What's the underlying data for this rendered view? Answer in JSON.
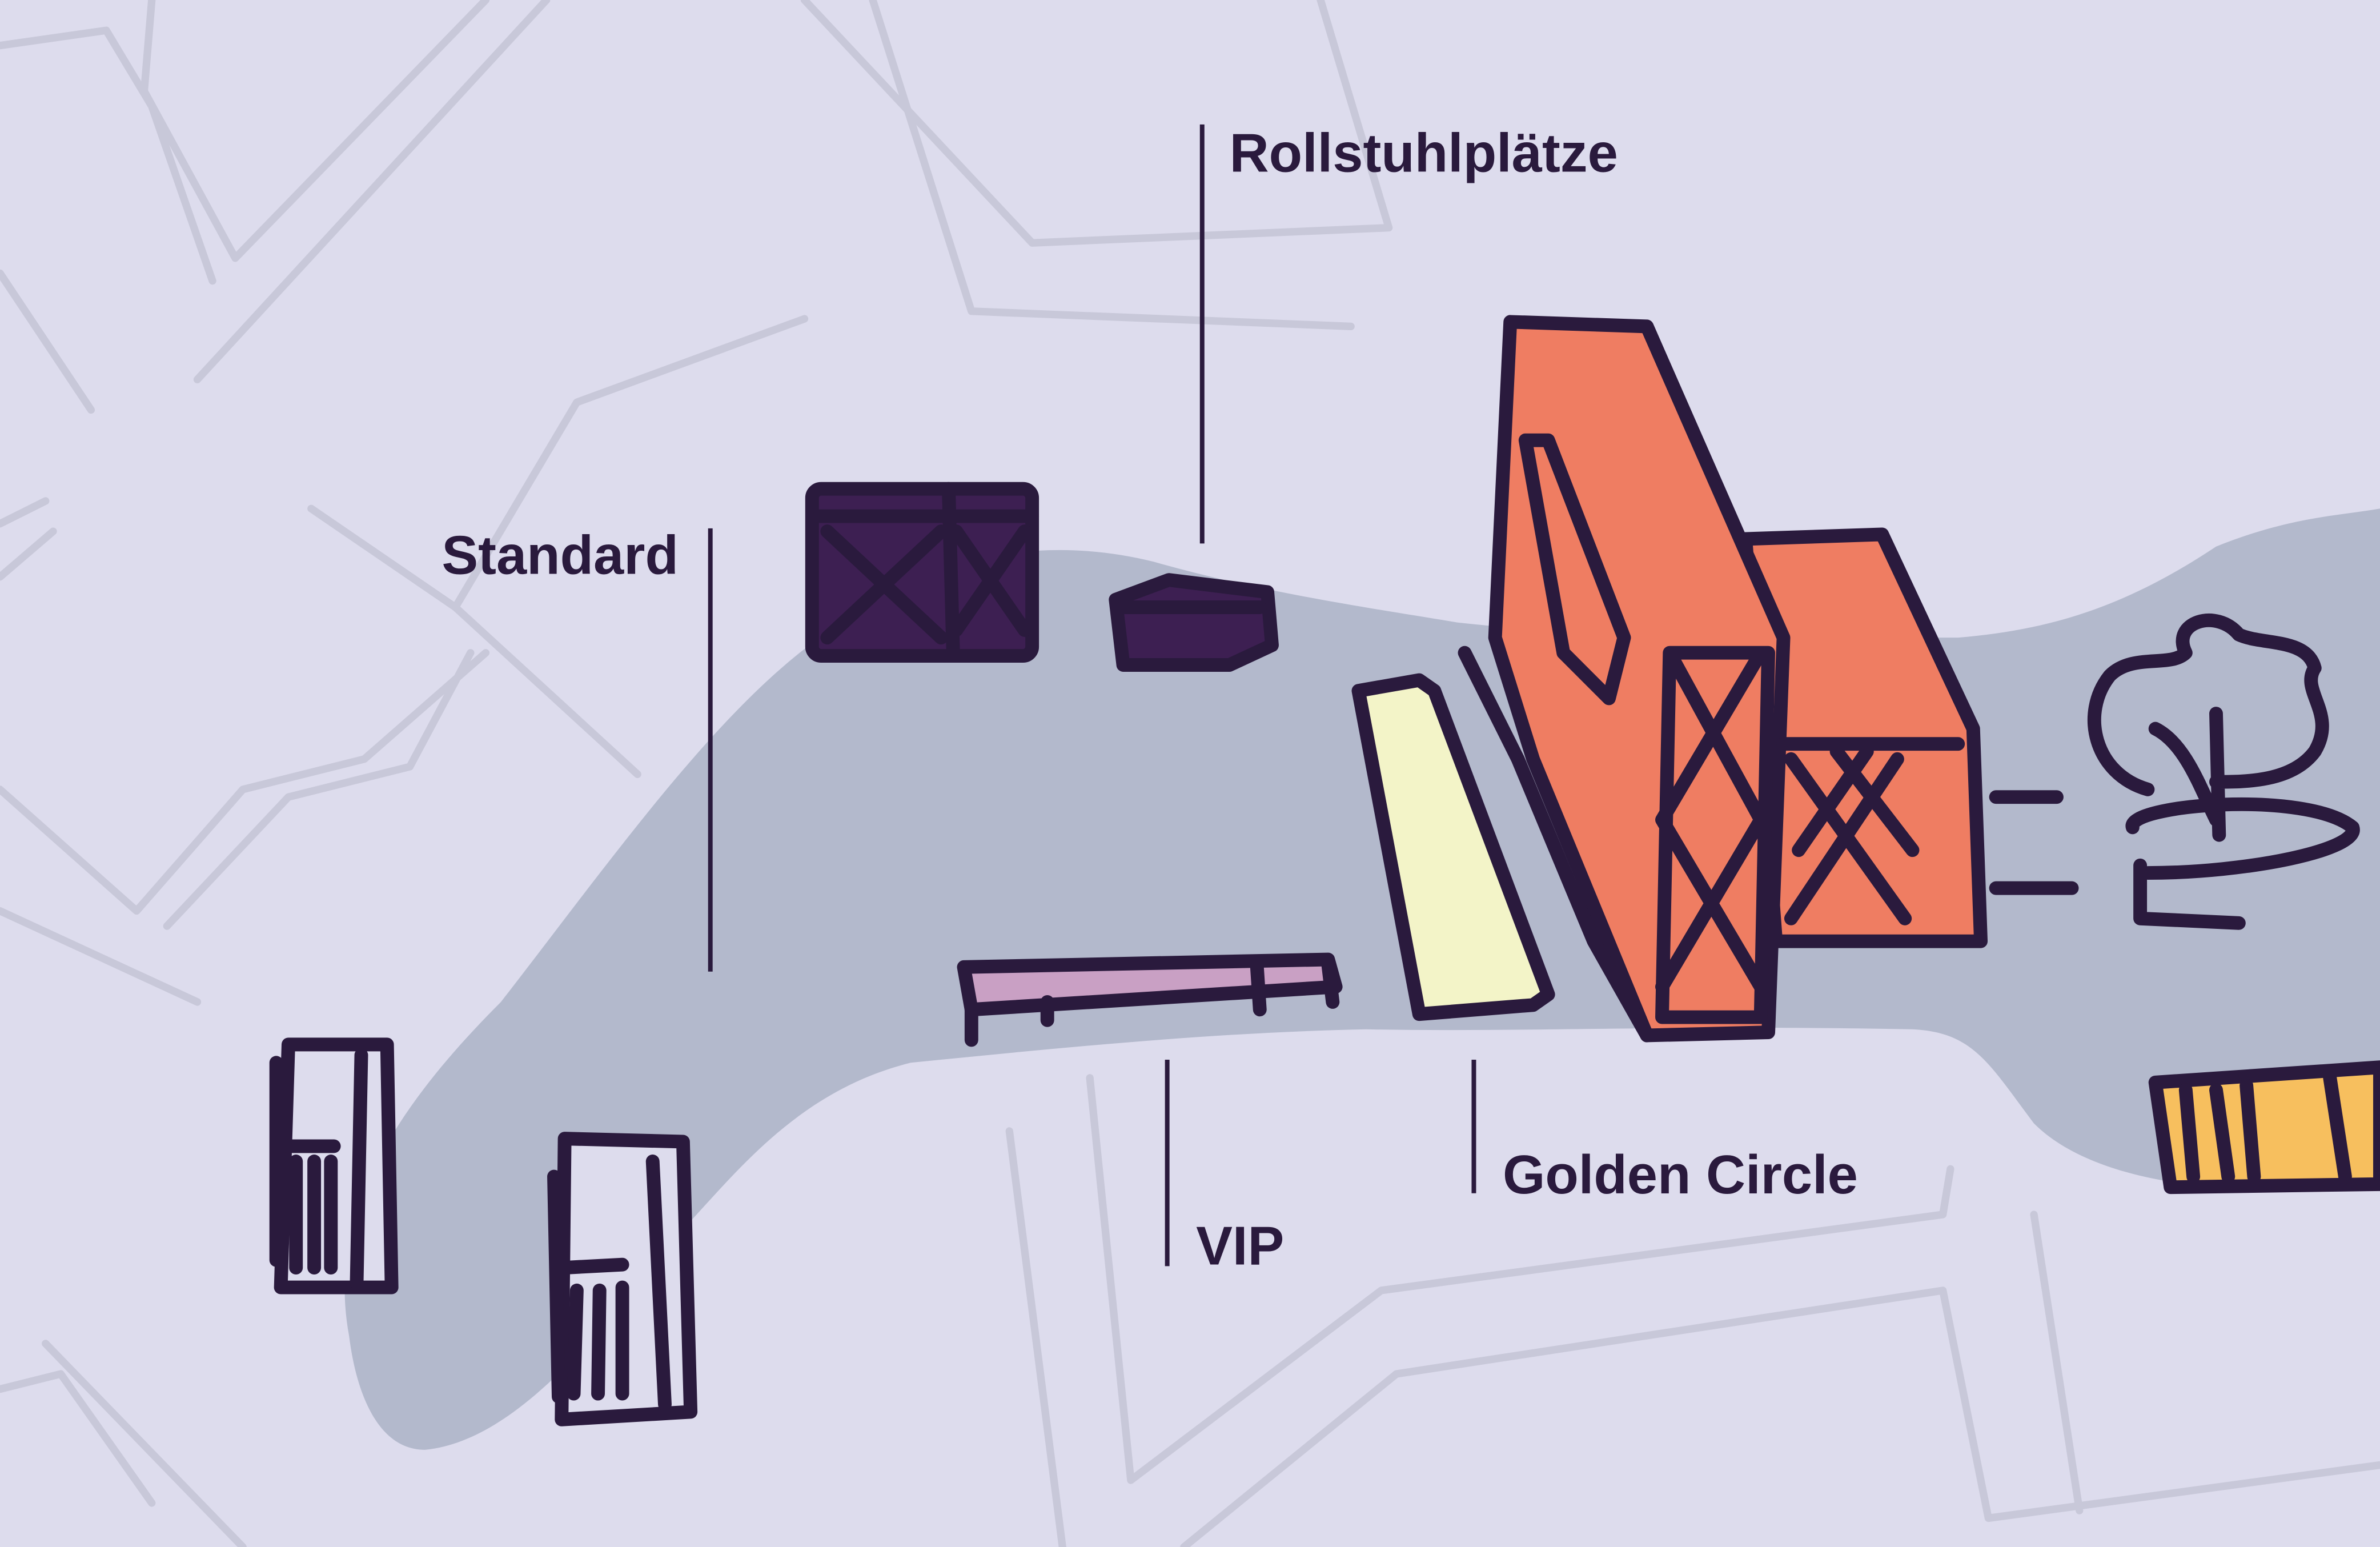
{
  "labels": {
    "wheelchair": "Rollstuhlplätze",
    "standard": "Standard",
    "vip": "VIP",
    "golden_circle": "Golden Circle"
  },
  "colors": {
    "background": "#dddced",
    "river": "#b3b9cc",
    "road": "#c8c8d9",
    "ink": "#2a1a3d",
    "stage": "#ef7d62",
    "wheelchair_area": "#3d1f52",
    "golden_circle_area": "#f3f4c8",
    "vip_area": "#c9a0c4",
    "food_area": "#f7bf5e"
  }
}
